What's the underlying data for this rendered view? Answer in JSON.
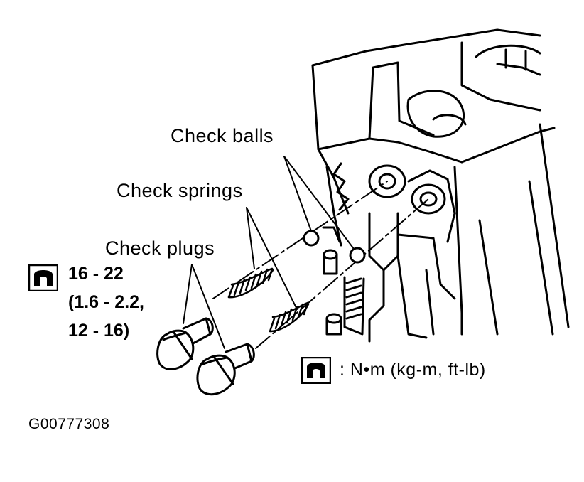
{
  "labels": {
    "check_balls": "Check balls",
    "check_springs": "Check springs",
    "check_plugs": "Check plugs"
  },
  "torque": {
    "line1": "16 - 22",
    "line2": "(1.6 - 2.2,",
    "line3": "12 - 16)"
  },
  "legend": {
    "units": ": N•m (kg-m, ft-lb)"
  },
  "figure_id": "G00777308",
  "icons": [
    "torque-wrench-icon"
  ],
  "colors": {
    "ink": "#000000",
    "paper": "#ffffff"
  }
}
